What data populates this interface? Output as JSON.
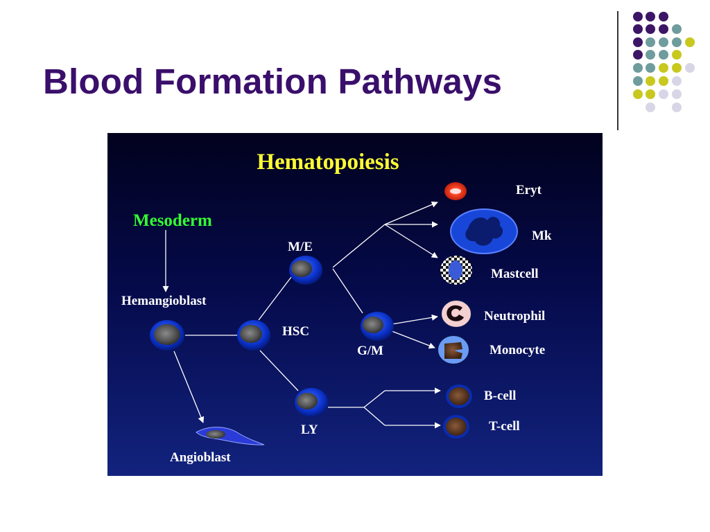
{
  "slide": {
    "title": "Blood Formation Pathways"
  },
  "diagram": {
    "title": "Hematopoiesis",
    "nodes": {
      "mesoderm": "Mesoderm",
      "hemangioblast": "Hemangioblast",
      "angioblast": "Angioblast",
      "hsc": "HSC",
      "me": "M/E",
      "gm": "G/M",
      "ly": "LY",
      "eryt": "Eryt",
      "mk": "Mk",
      "mastcell": "Mastcell",
      "neutrophil": "Neutrophil",
      "monocyte": "Monocyte",
      "bcell": "B-cell",
      "tcell": "T-cell"
    }
  },
  "colors": {
    "title": "#3a0f6b",
    "diagram_title": "#ffff33",
    "mesoderm": "#33ff33",
    "dot_purple": "#3d1566",
    "dot_teal": "#6f9c9c",
    "dot_yellow": "#c8c81e",
    "dot_lavender": "#d8d6e6"
  }
}
